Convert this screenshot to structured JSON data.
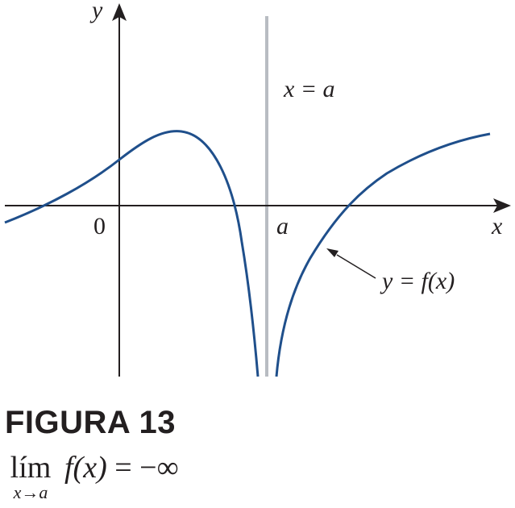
{
  "axes": {
    "x_label": "x",
    "y_label": "y",
    "origin_label": "0",
    "a_label": "a"
  },
  "asymptote_label": "x = a",
  "curve_label": "y = f(x)",
  "caption": {
    "title": "FIGURA 13",
    "lim_word": "lím",
    "lim_sub_var": "x",
    "lim_sub_arrow": "→",
    "lim_sub_target": "a",
    "lim_fn": "f(x)",
    "lim_eq": "=",
    "lim_value": "−∞"
  },
  "colors": {
    "curve": "#1f4f8b",
    "axes": "#231f20",
    "asymptote": "#b8bcc2",
    "text": "#231f20"
  }
}
